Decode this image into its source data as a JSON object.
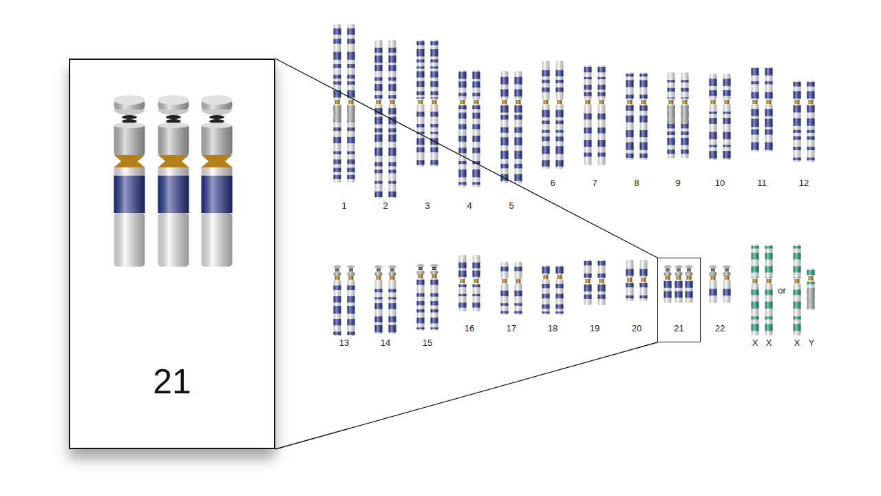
{
  "diagram": {
    "nodes": [
      {
        "text": [
          "21"
        ]
      },
      {
        "text": [
          "21"
        ]
      }
    ],
    "edges": [
      {
        "from": 0,
        "to": 1,
        "arrow": "none"
      },
      {
        "from": 0,
        "to": 1,
        "arrow": "none"
      }
    ],
    "labels": [
      "1",
      "2",
      "3",
      "4",
      "5",
      "6",
      "7",
      "8",
      "9",
      "10",
      "11",
      "12",
      "13",
      "14",
      "15",
      "16",
      "17",
      "18",
      "19",
      "20",
      "22",
      "X",
      "X",
      "or",
      "X",
      "Y"
    ]
  }
}
